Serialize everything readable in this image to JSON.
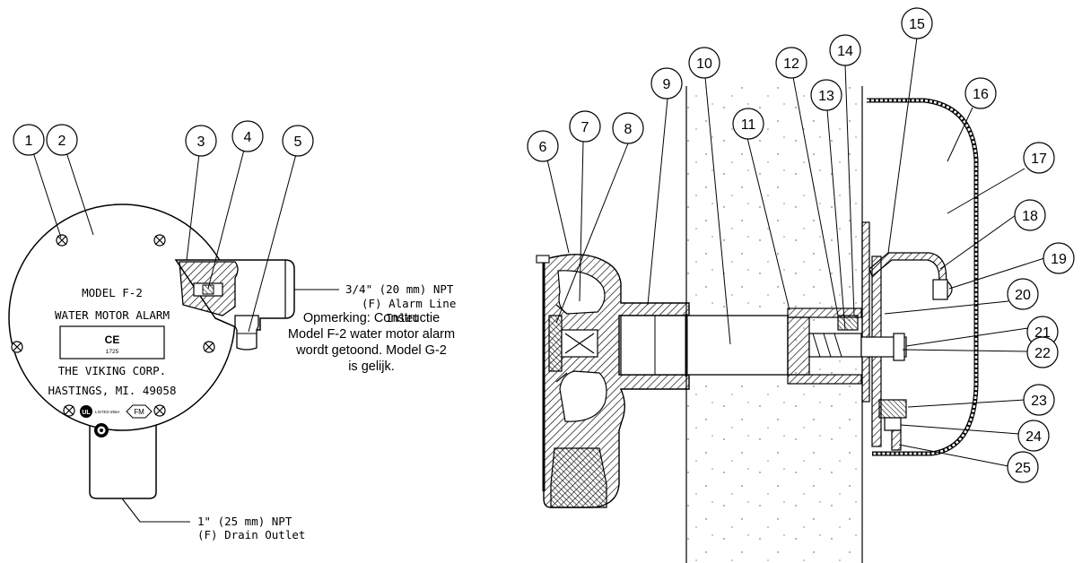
{
  "callouts": [
    "1",
    "2",
    "3",
    "4",
    "5",
    "6",
    "7",
    "8",
    "9",
    "10",
    "11",
    "12",
    "13",
    "14",
    "15",
    "16",
    "17",
    "18",
    "19",
    "20",
    "21",
    "22",
    "23",
    "24",
    "25"
  ],
  "plate": {
    "model": "MODEL F-2",
    "product": "WATER MOTOR ALARM",
    "ce_mark": "CE",
    "ce_number": "1725",
    "maker": "THE VIKING CORP.",
    "city": "HASTINGS, MI. 49058",
    "ul_listed": "LISTED 856A",
    "fm": "FM"
  },
  "labels": {
    "inlet_line1": "3/4\" (20 mm) NPT",
    "inlet_line2": "(F) Alarm Line",
    "inlet_line3": "Inlet",
    "drain_line1": "1\" (25 mm) NPT",
    "drain_line2": "(F) Drain Outlet"
  },
  "note": {
    "line1": "Opmerking: Constructie",
    "line2": "Model F-2 water motor alarm",
    "line3": "wordt getoond. Model G-2",
    "line4": "is gelijk."
  }
}
